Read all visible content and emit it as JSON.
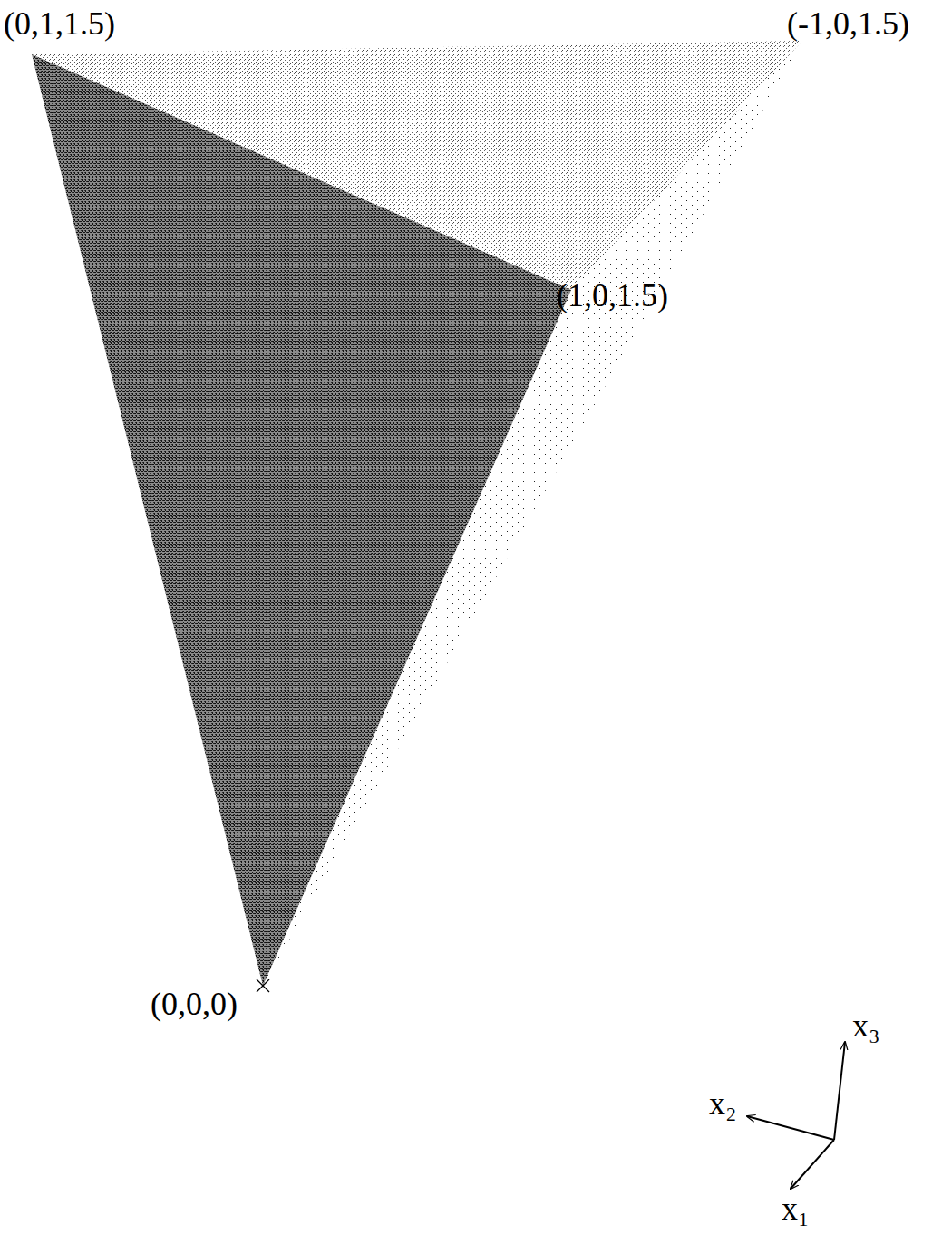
{
  "diagram": {
    "labels": [
      "(0,1,1.5)",
      "(-1,0,1.5)",
      "(1,0,1.5)",
      "(0,0,0)",
      "x₃",
      "x₂",
      "x₁"
    ]
  }
}
